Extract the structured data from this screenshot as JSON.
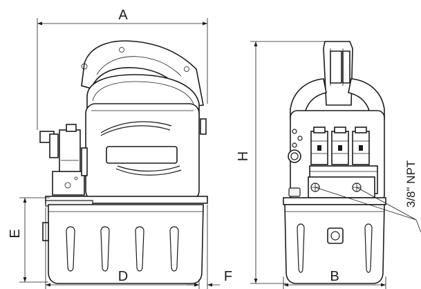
{
  "dimensions": {
    "a": "A",
    "b": "B",
    "d": "D",
    "e": "E",
    "f": "F",
    "h": "H"
  },
  "callouts": {
    "port": "3/8\" NPT"
  },
  "colors": {
    "line": "#1a1a1a",
    "background": "#ffffff"
  }
}
